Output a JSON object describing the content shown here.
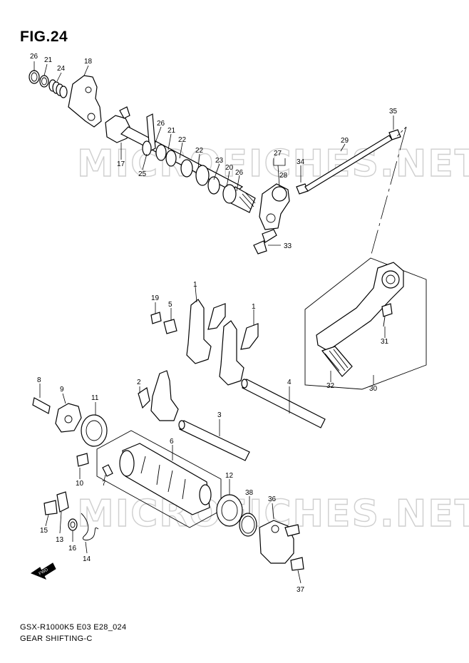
{
  "figure": {
    "title": "FIG.24",
    "model_code": "GSX-R1000K5 E03 E28_024",
    "section_name": "GEAR SHIFTING-C"
  },
  "watermark": {
    "text": "MICROFICHES.NET"
  },
  "fwd_arrow": {
    "label": "FWD"
  },
  "callouts": [
    "26",
    "21",
    "24",
    "18",
    "26",
    "21",
    "22",
    "22",
    "17",
    "25",
    "23",
    "20",
    "26",
    "27",
    "28",
    "35",
    "29",
    "34",
    "33",
    "19",
    "5",
    "1",
    "1",
    "31",
    "32",
    "30",
    "8",
    "9",
    "11",
    "2",
    "3",
    "4",
    "6",
    "10",
    "7",
    "12",
    "38",
    "36",
    "15",
    "13",
    "16",
    "14",
    "37"
  ],
  "colors": {
    "line": "#000000",
    "watermark": "#cfcfcf",
    "background": "#ffffff"
  }
}
